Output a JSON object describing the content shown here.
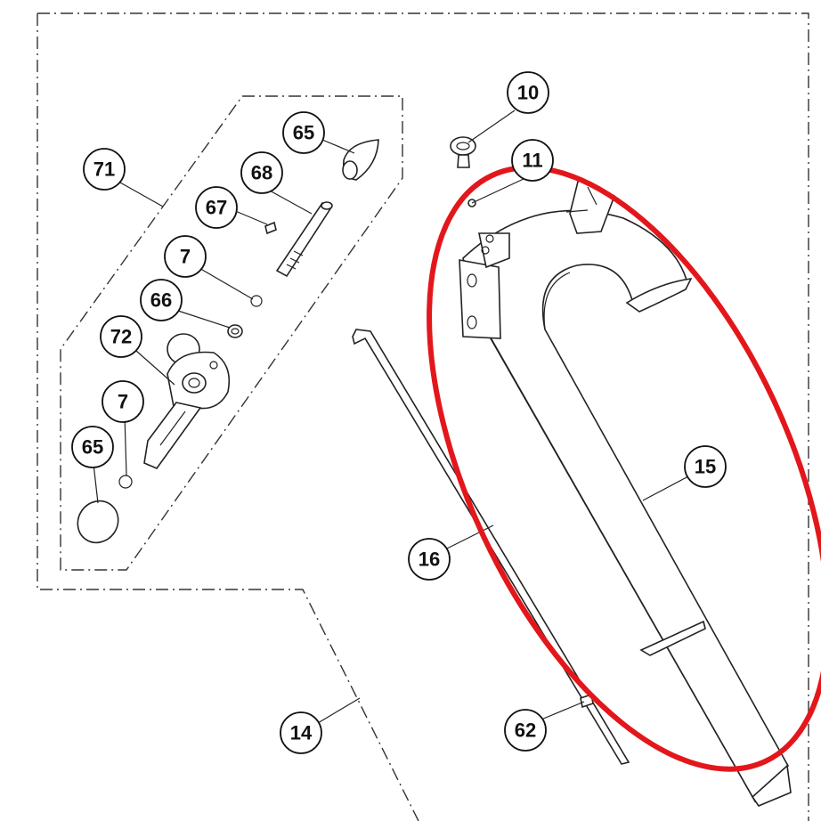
{
  "callouts": {
    "c10": "10",
    "c11": "11",
    "c14": "14",
    "c15": "15",
    "c16": "16",
    "c62": "62",
    "c65a": "65",
    "c65b": "65",
    "c66": "66",
    "c67": "67",
    "c68": "68",
    "c71": "71",
    "c72": "72",
    "c7a": "7",
    "c7b": "7"
  },
  "colors": {
    "highlight": "#e3171b",
    "linework": "#222222",
    "background": "#ffffff"
  }
}
